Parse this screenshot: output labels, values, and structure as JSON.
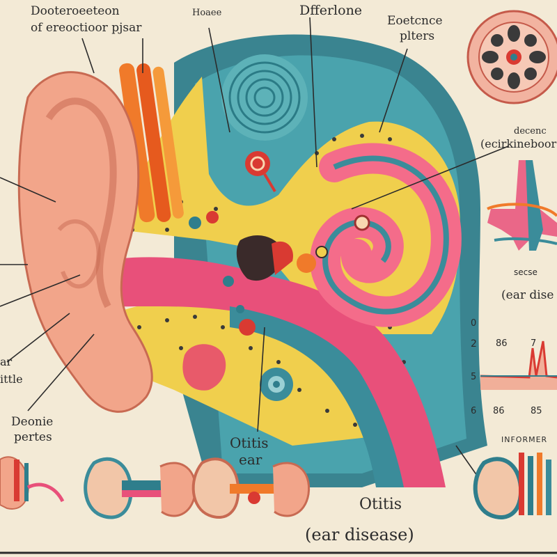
{
  "labels": {
    "top_left_line1": "Dooteroeeteon",
    "top_left_line2": "of ereoctioor pjsar",
    "top_hoae": "Hoaee",
    "top_differlone": "Dfferlone",
    "top_right_line1": "Eoetcnce",
    "top_right_line2": "plters",
    "right_upper_line1": "decenc",
    "right_upper_line2": "(ecirkineboor",
    "right_mid_line1": "secse",
    "right_mid_line2": "(ear dise",
    "left_lower_line1": "ar",
    "left_lower_line2": "ittle",
    "left_bottom_line1": "Deonie",
    "left_bottom_line2": "pertes",
    "center_line1": "Otitis",
    "center_line2": "ear",
    "informer": "INFORMER",
    "bottom_line1": "Otitis",
    "bottom_line2": "(ear disease)"
  },
  "chart_labels": {
    "y_top": "0",
    "y_mid": "2",
    "y_low": "5",
    "y_bottom": "6",
    "x_a": "86",
    "x_b": "7",
    "x_c": "86",
    "x_d": "85"
  },
  "colors": {
    "background": "#f3ead6",
    "skin": "#f2a58a",
    "skin_dark": "#c86a52",
    "pink": "#e8507a",
    "teal": "#3b8c9a",
    "yellow": "#f0cf4d",
    "orange": "#f07a2a",
    "red": "#d93a32"
  }
}
